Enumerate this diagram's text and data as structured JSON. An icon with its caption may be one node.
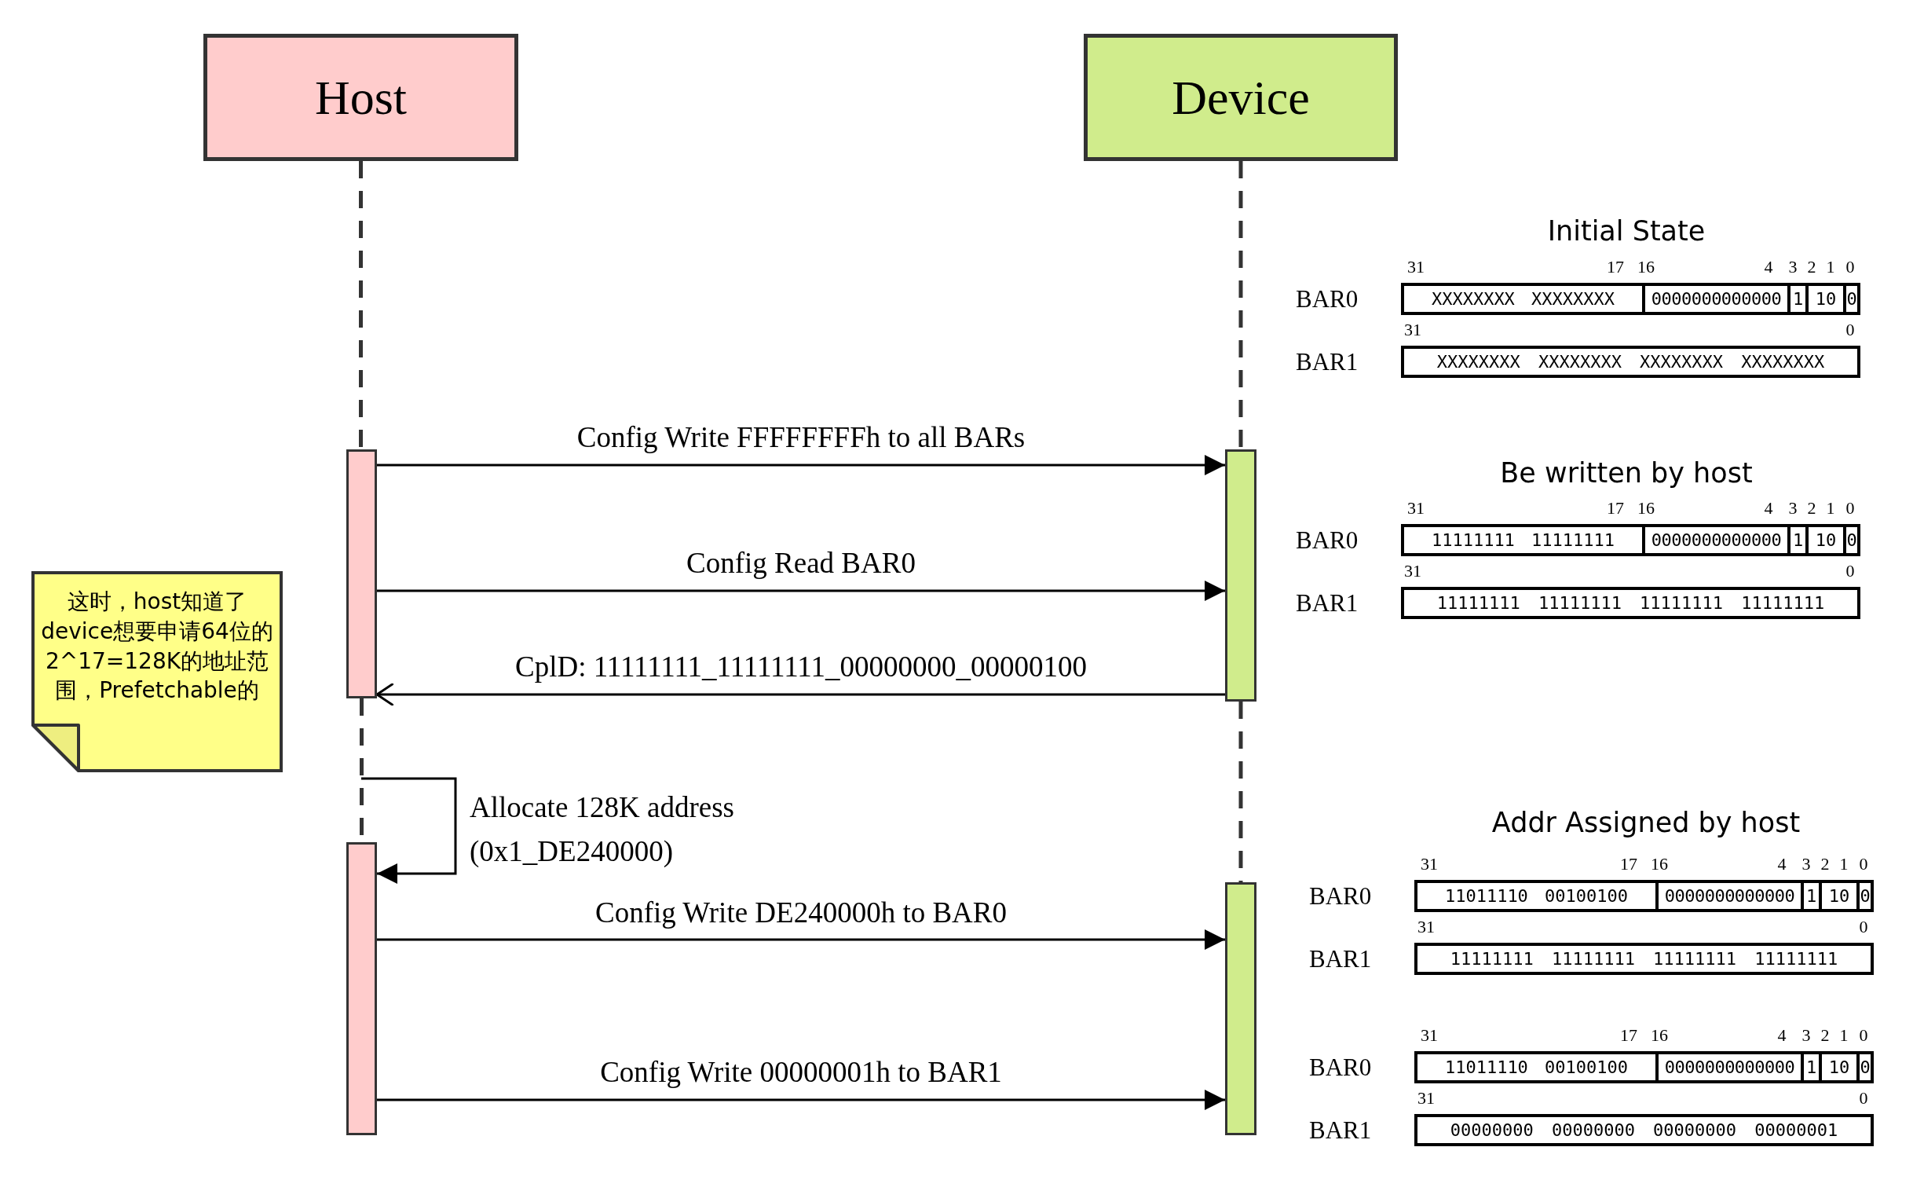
{
  "diagram": {
    "nodes": [
      {
        "text": [
          "Host"
        ]
      },
      {
        "text": [
          "Device"
        ]
      },
      {
        "text": [],
        "shape": "bar"
      },
      {
        "text": [],
        "shape": "bar"
      },
      {
        "text": [],
        "shape": "bar"
      },
      {
        "text": [],
        "shape": "bar"
      },
      {
        "text": [
          "这时，host知道了device想要申请64位的2^17=128K的地址范围，Prefetchable的"
        ]
      }
    ],
    "edges": [
      {
        "from": 2,
        "to": 3,
        "arrow": "to",
        "label": "Config Write FFFFFFFFh to all BARs"
      },
      {
        "from": 2,
        "to": 3,
        "arrow": "to",
        "label": "Config Read BAR0"
      },
      {
        "from": 3,
        "to": 2,
        "arrow": "to",
        "label": "CplD: 11111111_11111111_00000000_00000100"
      },
      {
        "from": null,
        "to": 4,
        "arrow": "to",
        "label": "Allocate 128K address (0x1_DE240000)"
      },
      {
        "from": 4,
        "to": 5,
        "arrow": "to",
        "label": "Config Write DE240000h to BAR0"
      },
      {
        "from": 4,
        "to": 5,
        "arrow": "to",
        "label": "Config Write 00000001h to BAR1"
      },
      {
        "from": 0,
        "to": 2,
        "arrow": "none",
        "style": "dashed"
      },
      {
        "from": 2,
        "to": 4,
        "arrow": "none",
        "style": "dashed"
      },
      {
        "from": 1,
        "to": 3,
        "arrow": "none",
        "style": "dashed"
      },
      {
        "from": 3,
        "to": 5,
        "arrow": "none",
        "style": "dashed"
      }
    ],
    "labels": [
      "Initial State",
      "31",
      "17",
      "16",
      "4",
      "3",
      "2",
      "1",
      "0",
      "BAR0",
      "XXXXXXXX XXXXXXXX",
      "0000000000000",
      "1",
      "10",
      "0",
      "31",
      "0",
      "BAR1",
      "XXXXXXXX XXXXXXXX XXXXXXXX XXXXXXXX",
      "Be written by host",
      "31",
      "17",
      "16",
      "4",
      "3",
      "2",
      "1",
      "0",
      "BAR0",
      "11111111 11111111",
      "0000000000000",
      "1",
      "10",
      "0",
      "31",
      "0",
      "BAR1",
      "11111111 11111111 11111111 11111111",
      "Addr Assigned by host",
      "31",
      "17",
      "16",
      "4",
      "3",
      "2",
      "1",
      "0",
      "BAR0",
      "11011110 00100100",
      "0000000000000",
      "1",
      "10",
      "0",
      "31",
      "0",
      "BAR1",
      "11111111 11111111 11111111 11111111",
      "31",
      "17",
      "16",
      "4",
      "3",
      "2",
      "1",
      "0",
      "BAR0",
      "11011110 00100100",
      "0000000000000",
      "1",
      "10",
      "0",
      "31",
      "0",
      "BAR1",
      "00000000 00000000 00000000 00000001"
    ]
  }
}
